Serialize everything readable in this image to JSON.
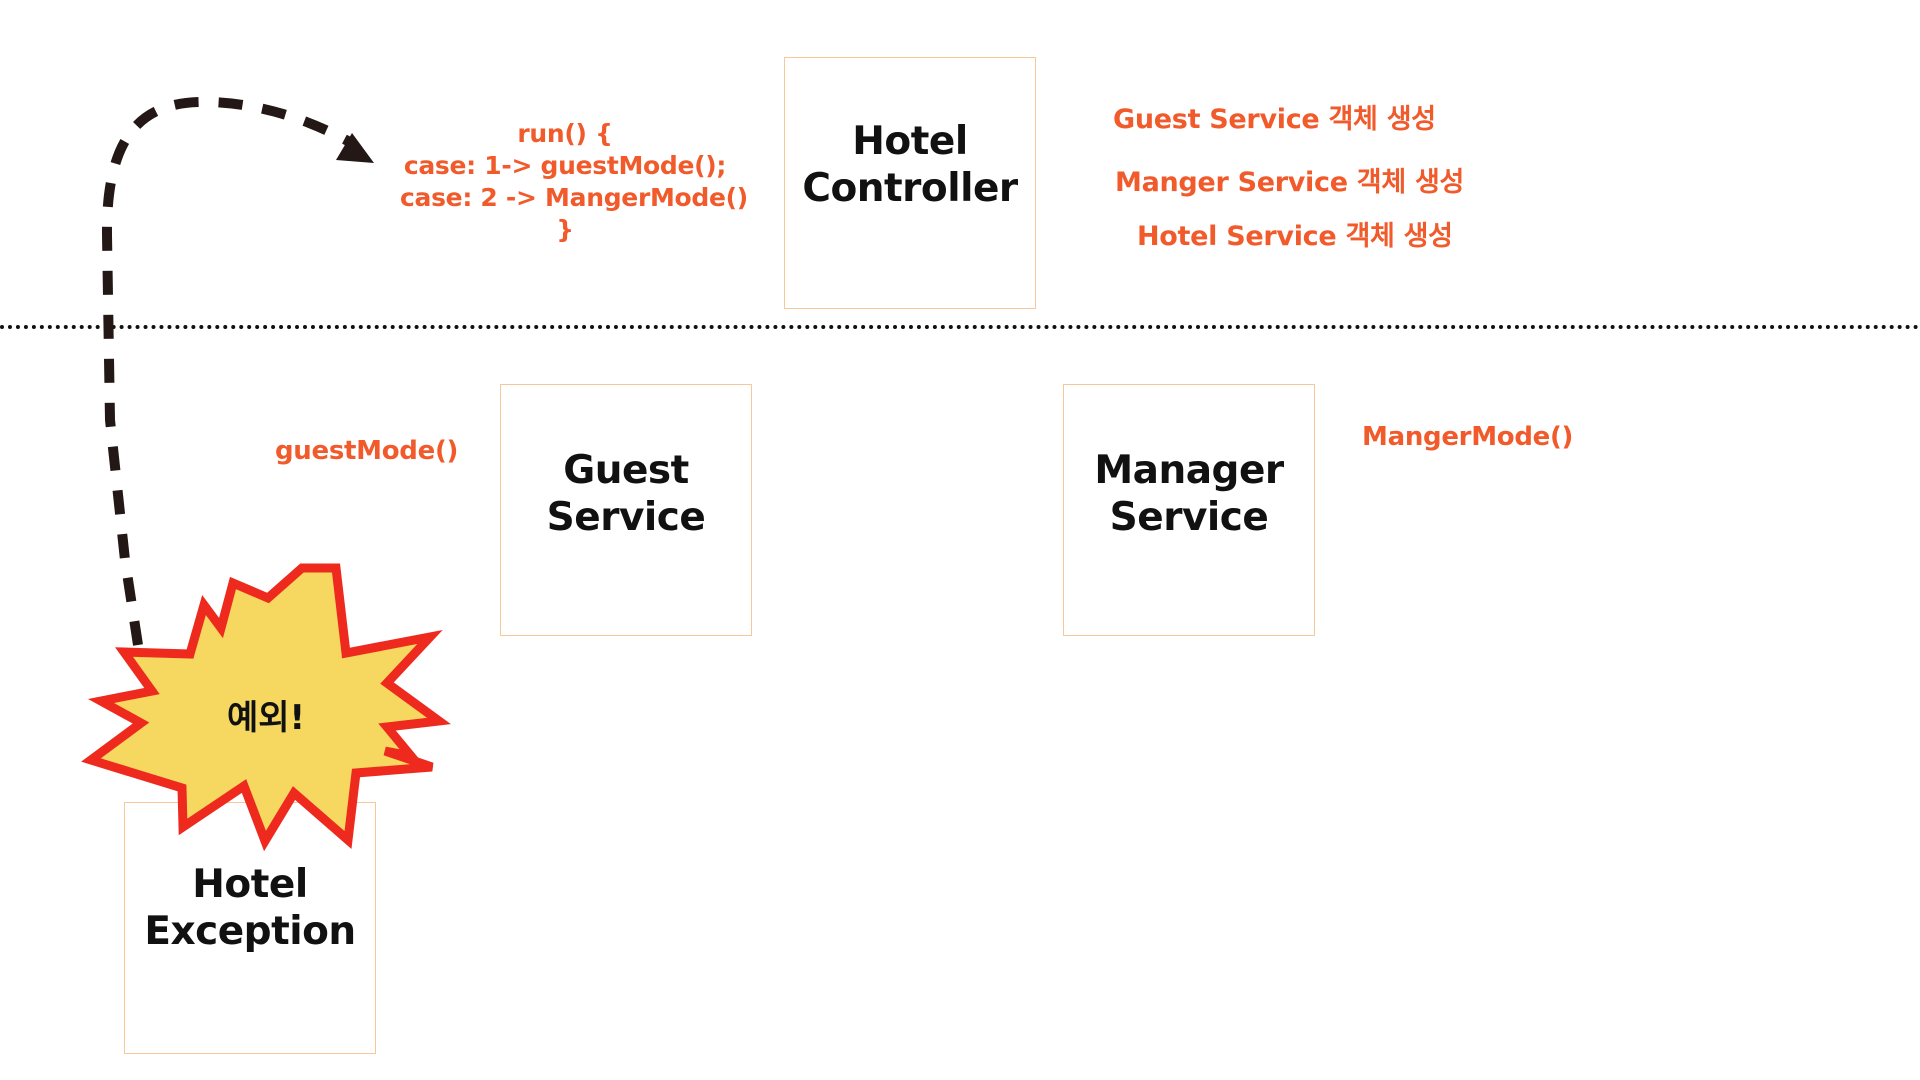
{
  "code_note": {
    "lines": [
      "run() {",
      "case: 1-> guestMode();",
      "case: 2 -> MangerMode()",
      "}"
    ]
  },
  "controller": {
    "title": "Hotel\nController"
  },
  "creation_notes": [
    "Guest Service 객체 생성",
    "Manger Service 객체 생성",
    "Hotel Service 객체 생성"
  ],
  "guest_service": {
    "title": "Guest\nService",
    "method": "guestMode()"
  },
  "manager_service": {
    "title": "Manager\nService",
    "method": "MangerMode()"
  },
  "exception": {
    "title": "Hotel\nException",
    "burst_label": "예외!"
  },
  "colors": {
    "annotation": "#f15a2b",
    "box_border": "#f6c89a",
    "burst_fill": "#f6d860",
    "burst_stroke": "#ee2a1e",
    "arrow": "#231815"
  }
}
